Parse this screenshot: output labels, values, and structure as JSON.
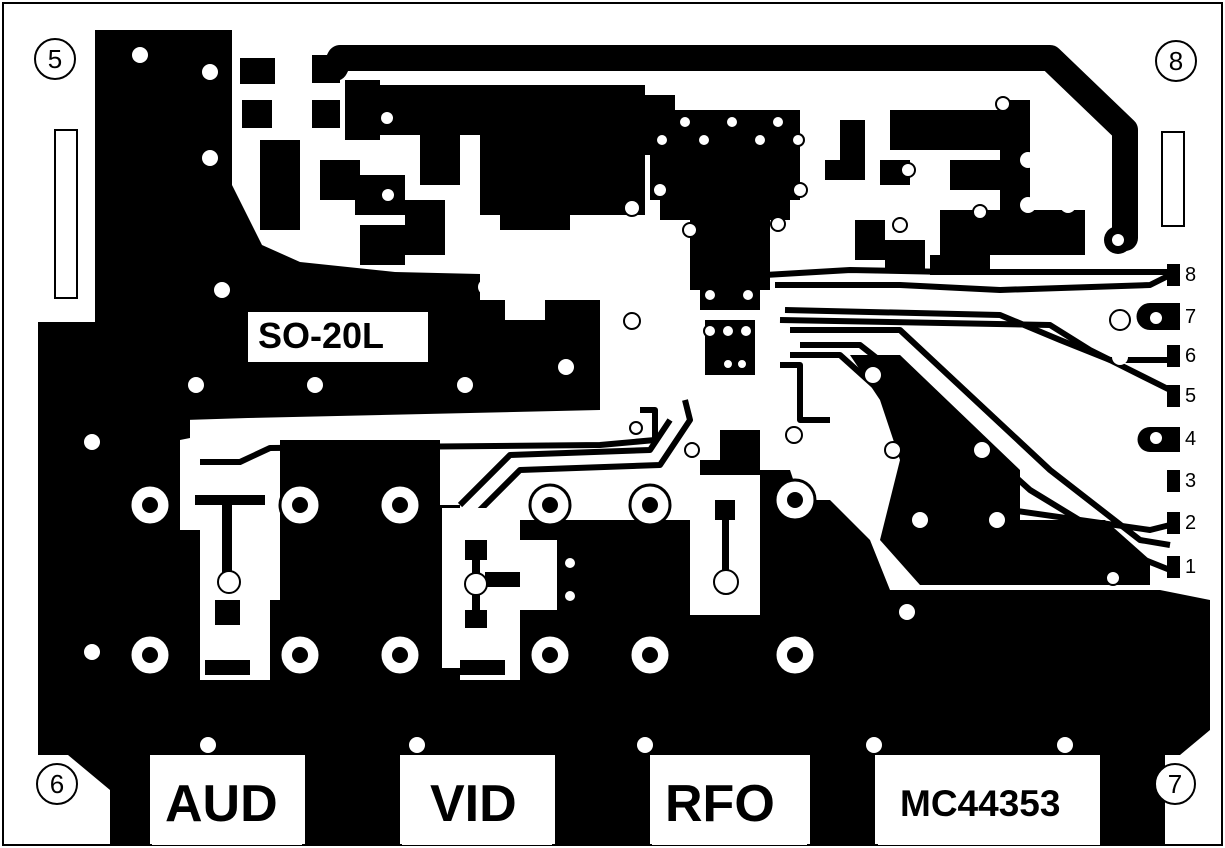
{
  "board": {
    "chip_label": "SO-20L",
    "part_number": "MC44353",
    "bottom_labels": [
      "AUD",
      "VID",
      "RFO"
    ],
    "corner_marks": [
      "5",
      "8",
      "6",
      "7"
    ],
    "pin_numbers": [
      "8",
      "7",
      "6",
      "5",
      "4",
      "3",
      "2",
      "1"
    ]
  },
  "colors": {
    "copper": "#000000",
    "background": "#ffffff"
  }
}
